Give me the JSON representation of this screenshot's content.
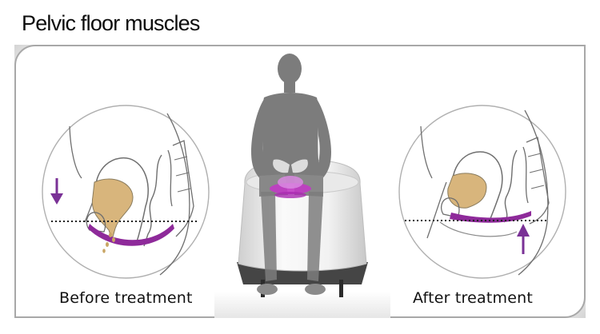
{
  "title": "Pelvic floor muscles",
  "panels": [
    {
      "id": "before",
      "label": "Before treatment",
      "arrow": "down",
      "pelvic_floor_state": "sagging below reference line",
      "leakage": true
    },
    {
      "id": "after",
      "label": "After treatment",
      "arrow": "up",
      "pelvic_floor_state": "lifted to reference line",
      "leakage": false
    }
  ],
  "center_figure": {
    "description": "Seated person on pelvic stimulation chair",
    "highlight": "pelvic floor"
  },
  "colors": {
    "muscle": "#8e2a9a",
    "arrow": "#7a3196",
    "bladder": "#d8b57c",
    "outline": "#7a7a7a",
    "frame": "#a8a8a8",
    "silhouette": "#7c7c7c",
    "chair_body": "#eeeeee",
    "chair_base": "#454545",
    "highlight": "#c23ac5"
  }
}
